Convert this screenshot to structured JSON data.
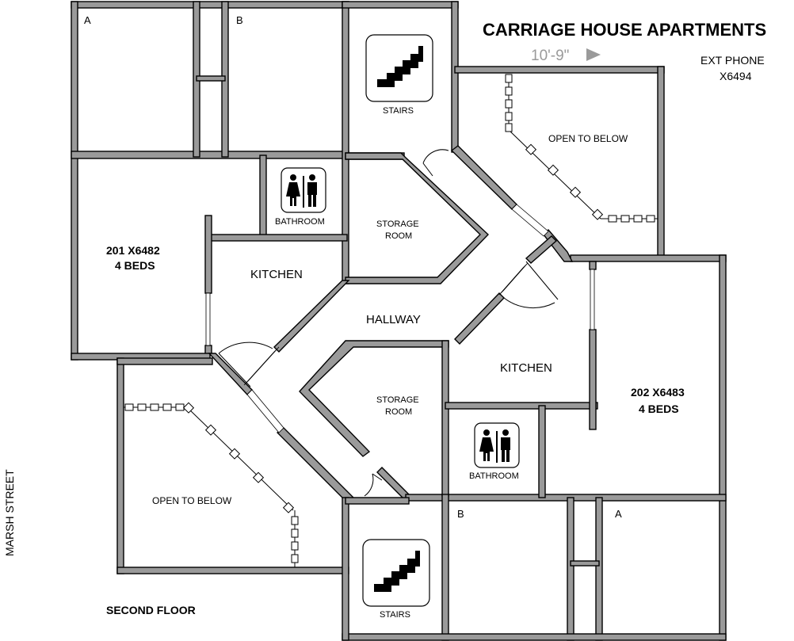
{
  "title": "CARRIAGE HOUSE APARTMENTS",
  "dimension": "10'-9\"",
  "ext_phone": {
    "label": "EXT PHONE",
    "number": "X6494"
  },
  "floor_label": "SECOND FLOOR",
  "street_label": "MARSH STREET",
  "rooms": {
    "room_a_top": "A",
    "room_b_top": "B",
    "stairs_top": "STAIRS",
    "open_below_top": "OPEN TO BELOW",
    "bathroom_top": "BATHROOM",
    "storage_top": [
      "STORAGE",
      "ROOM"
    ],
    "unit_201": [
      "201 X6482",
      "4 BEDS"
    ],
    "kitchen_left": "KITCHEN",
    "hallway": "HALLWAY",
    "kitchen_right": "KITCHEN",
    "unit_202": [
      "202 X6483",
      "4 BEDS"
    ],
    "storage_bottom": [
      "STORAGE",
      "ROOM"
    ],
    "bathroom_bottom": "BATHROOM",
    "open_below_bottom": "OPEN TO BELOW",
    "room_b_bottom": "B",
    "room_a_bottom": "A",
    "stairs_bottom": "STAIRS"
  },
  "colors": {
    "wall": "#9a9a9a",
    "dimension": "#9a9a9a"
  },
  "icons": [
    "stairs-icon",
    "restroom-icon",
    "arrow-right-icon"
  ]
}
